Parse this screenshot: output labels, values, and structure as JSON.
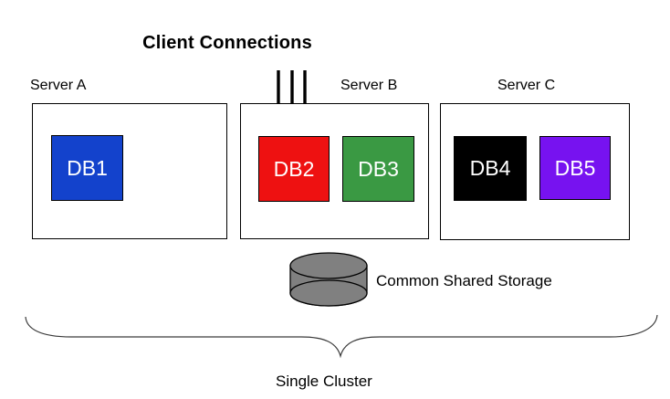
{
  "title": "Client Connections",
  "servers": [
    {
      "name": "Server A",
      "databases": [
        {
          "label": "DB1",
          "color": "#1342CC"
        }
      ]
    },
    {
      "name": "Server B",
      "databases": [
        {
          "label": "DB2",
          "color": "#EE1111"
        },
        {
          "label": "DB3",
          "color": "#3A9943"
        }
      ]
    },
    {
      "name": "Server C",
      "databases": [
        {
          "label": "DB4",
          "color": "#000000"
        },
        {
          "label": "DB5",
          "color": "#7712F0"
        }
      ]
    }
  ],
  "connections": {
    "arrow_count": 3,
    "arrow_color": "#000000"
  },
  "storage": {
    "label": "Common Shared Storage",
    "cylinder_color": "#808080",
    "outline_color": "#000000"
  },
  "cluster": {
    "label": "Single Cluster",
    "brace_color": "#3a3a3a"
  }
}
